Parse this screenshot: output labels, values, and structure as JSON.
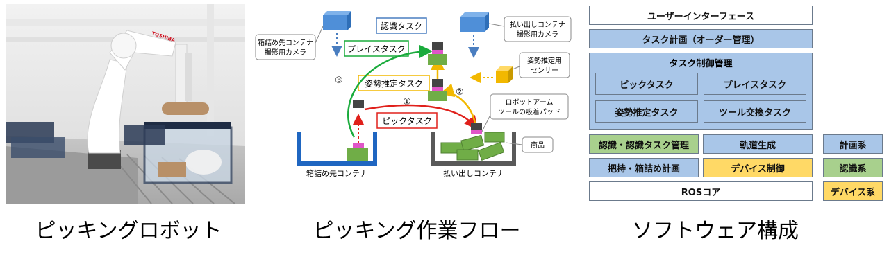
{
  "captions": {
    "robot": "ピッキングロボット",
    "flow": "ピッキング作業フロー",
    "software": "ソフトウェア構成"
  },
  "robot": {
    "brand": "TOSHIBA"
  },
  "flow": {
    "tasks": {
      "recognition": "認識タスク",
      "place": "プレイスタスク",
      "pose": "姿勢推定タスク",
      "pick": "ピックタスク"
    },
    "callouts": {
      "dest_camera": [
        "箱詰め先コンテナ",
        "撮影用カメラ"
      ],
      "src_camera": [
        "払い出しコンテナ",
        "撮影用カメラ"
      ],
      "pose_sensor": [
        "姿勢推定用",
        "センサー"
      ],
      "suction_pad": [
        "ロボットアーム",
        "ツールの吸着パッド"
      ],
      "product": "商品"
    },
    "containers": {
      "destination": "箱詰め先コンテナ",
      "source": "払い出しコンテナ"
    },
    "steps": [
      "①",
      "②",
      "③"
    ],
    "colors": {
      "pick": "#e0201b",
      "place": "#1aab3c",
      "pose": "#f2b800",
      "recognition": "#4a7ec0",
      "container_dest": "#1f66c1",
      "container_src": "#595959",
      "product": "#70ad47",
      "camera": "#4f8fd8"
    }
  },
  "software": {
    "user_interface": "ユーザーインターフェース",
    "task_planning": "タスク計画（オーダー管理）",
    "task_control": "タスク制御管理",
    "pick_task": "ピックタスク",
    "place_task": "プレイスタスク",
    "pose_task": "姿勢推定タスク",
    "tool_change_task": "ツール交換タスク",
    "recognition_management": "認識・認識タスク管理",
    "trajectory": "軌道生成",
    "grasp_planning": "把持・箱詰め計画",
    "device_control": "デバイス制御",
    "ros_core": "ROSコア",
    "legend": {
      "plan": "計画系",
      "recognition": "認識系",
      "device": "デバイス系"
    },
    "colors": {
      "plan": "#a9c6e8",
      "recognition": "#a8d08d",
      "device": "#ffd966"
    }
  }
}
